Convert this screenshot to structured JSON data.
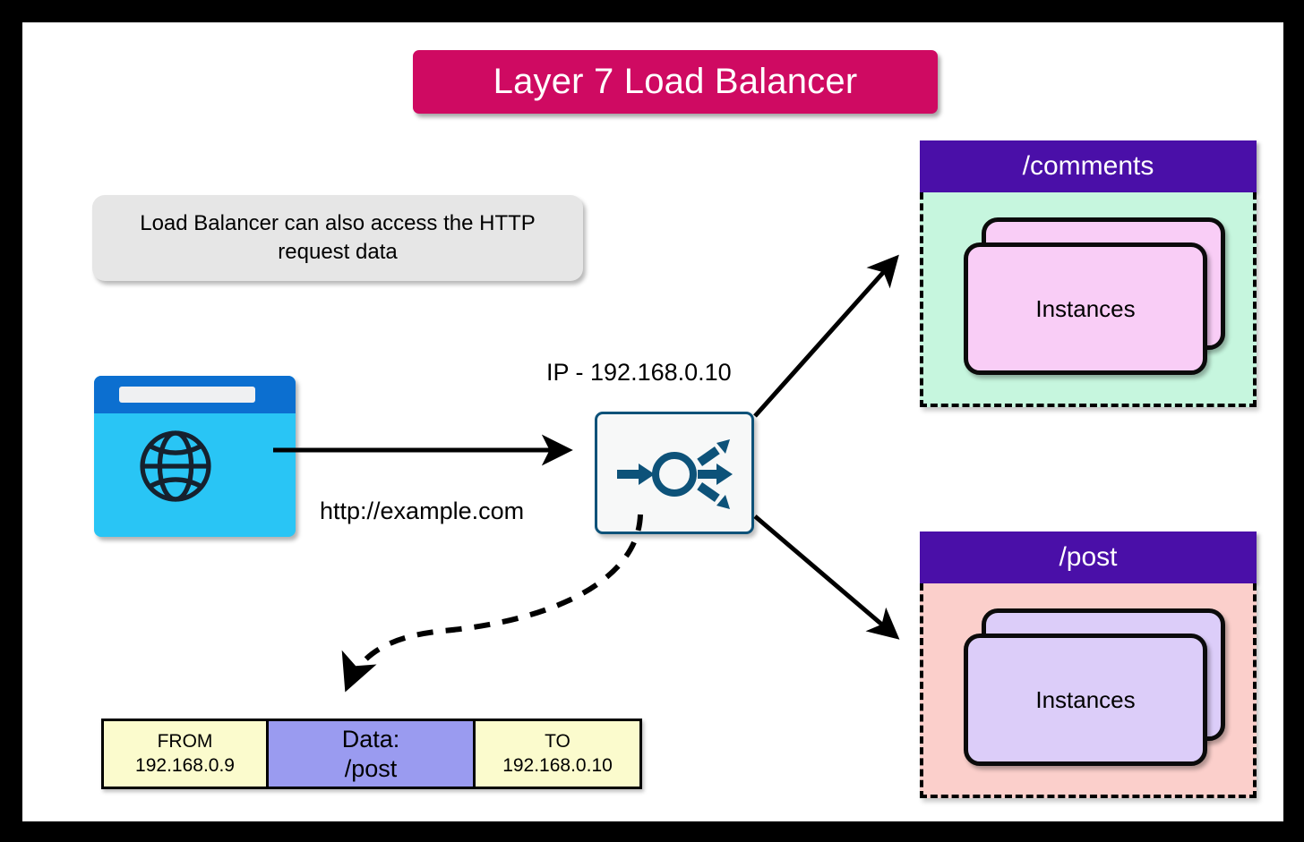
{
  "diagram": {
    "title": "Layer 7 Load Balancer",
    "title_bg": "#cf0a62",
    "page_bg": "#ffffff",
    "frame_color": "#000000"
  },
  "note": {
    "text": "Load Balancer can also access the HTTP request data",
    "bg": "#e6e6e6"
  },
  "client": {
    "icon": "browser-globe-icon",
    "request_label": "http://example.com",
    "titlebar_color": "#0c6fd0",
    "body_color": "#29c5f5"
  },
  "load_balancer": {
    "icon": "load-balancer-icon",
    "ip_label": "IP - 192.168.0.10",
    "border_color": "#0d5279",
    "fill_color": "#f7f8f8"
  },
  "target_groups": [
    {
      "name": "/comments",
      "header_color": "#4a0fa8",
      "body_color": "#c6f6de",
      "instance_color": "#f9cdf6",
      "instance_label": "Instances"
    },
    {
      "name": "/post",
      "header_color": "#4a0fa8",
      "body_color": "#fbcfcb",
      "instance_color": "#dccdf9",
      "instance_label": "Instances"
    }
  ],
  "packet": {
    "cells": [
      {
        "header": "FROM",
        "value": "192.168.0.9",
        "bg": "#fbfbcd"
      },
      {
        "header": "Data:",
        "value": "/post",
        "bg": "#9a9bf0"
      },
      {
        "header": "TO",
        "value": "192.168.0.10",
        "bg": "#fbfbcd"
      }
    ]
  },
  "connections": [
    {
      "from": "client",
      "to": "load-balancer",
      "style": "solid",
      "label": "http://example.com"
    },
    {
      "from": "load-balancer",
      "to": "group-comments",
      "style": "solid",
      "label": ""
    },
    {
      "from": "load-balancer",
      "to": "group-post",
      "style": "solid",
      "label": ""
    },
    {
      "from": "load-balancer",
      "to": "packet-data-cell",
      "style": "dashed",
      "label": ""
    }
  ]
}
